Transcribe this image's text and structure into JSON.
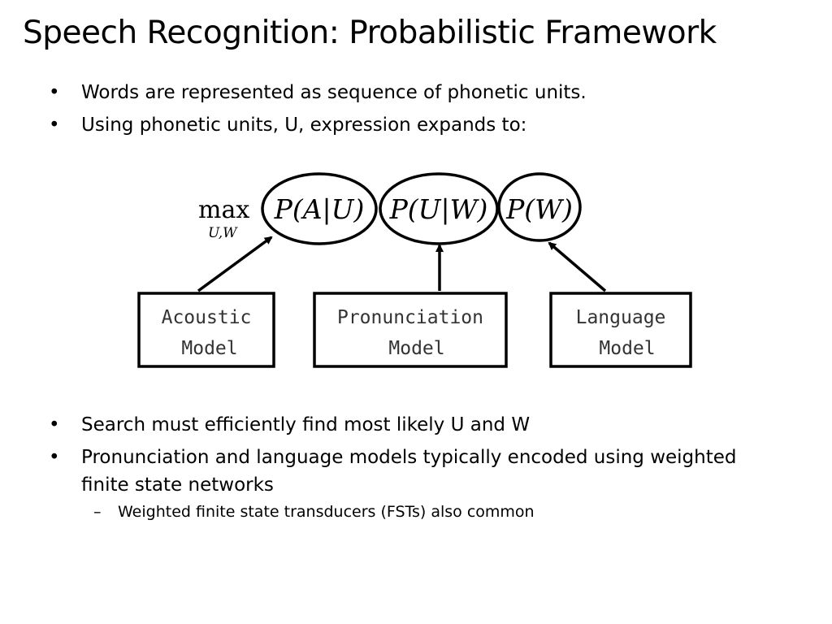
{
  "slide": {
    "title": "Speech Recognition: Probabilistic Framework",
    "bullets_top": [
      {
        "marker": "•",
        "text": "Words are represented as sequence of phonetic units."
      },
      {
        "marker": "•",
        "text": "Using phonetic units, U, expression expands to:"
      }
    ],
    "bullets_bottom": [
      {
        "marker": "•",
        "text": "Search must efficiently find most likely U and W"
      },
      {
        "marker": "•",
        "text": "Pronunciation and language models typically encoded using weighted finite state networks"
      }
    ],
    "sub_bullets": [
      {
        "marker": "–",
        "text": "Weighted finite state transducers (FSTs) also common"
      }
    ]
  },
  "diagram": {
    "formula": {
      "max_label": "max",
      "subscript": "U,W",
      "terms": [
        "P(A|U)",
        "P(U|W)",
        "P(W)"
      ]
    },
    "models": [
      {
        "line1": "Acoustic",
        "line2": "Model"
      },
      {
        "line1": "Pronunciation",
        "line2": "Model"
      },
      {
        "line1": "Language",
        "line2": "Model"
      }
    ]
  }
}
